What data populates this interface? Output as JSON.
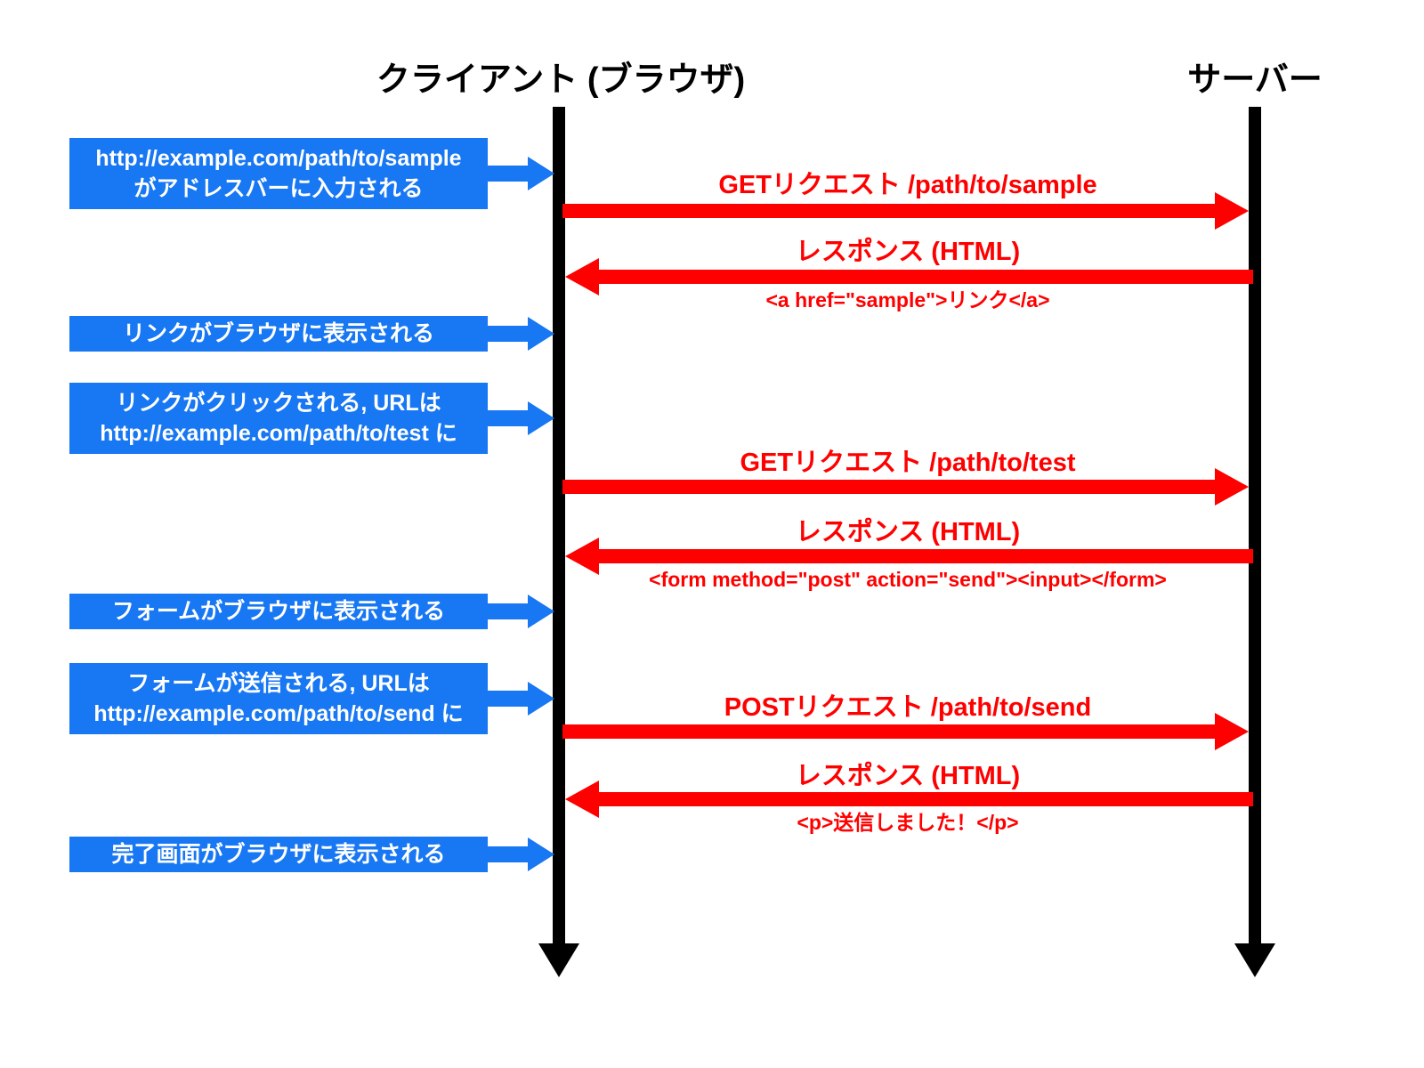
{
  "diagram": {
    "client_label": "クライアント (ブラウザ)",
    "server_label": "サーバー"
  },
  "notes": [
    {
      "lines": [
        "http://example.com/path/to/sample",
        "がアドレスバーに入力される"
      ]
    },
    {
      "lines": [
        "リンクがブラウザに表示される"
      ]
    },
    {
      "lines": [
        "リンクがクリックされる, URLは",
        "http://example.com/path/to/test に"
      ]
    },
    {
      "lines": [
        "フォームがブラウザに表示される"
      ]
    },
    {
      "lines": [
        "フォームが送信される, URLは",
        "http://example.com/path/to/send に"
      ]
    },
    {
      "lines": [
        "完了画面がブラウザに表示される"
      ]
    }
  ],
  "messages": [
    {
      "direction": "right",
      "label": "GETリクエスト /path/to/sample",
      "sublabel": ""
    },
    {
      "direction": "left",
      "label": "レスポンス (HTML)",
      "sublabel": "<a href=\"sample\">リンク</a>"
    },
    {
      "direction": "right",
      "label": "GETリクエスト /path/to/test",
      "sublabel": ""
    },
    {
      "direction": "left",
      "label": "レスポンス (HTML)",
      "sublabel": "<form method=\"post\" action=\"send\"><input></form>"
    },
    {
      "direction": "right",
      "label": "POSTリクエスト /path/to/send",
      "sublabel": ""
    },
    {
      "direction": "left",
      "label": "レスポンス (HTML)",
      "sublabel": "<p>送信しました！</p>"
    }
  ],
  "colors": {
    "note_blue": "#1877F2",
    "message_red": "#FF0000",
    "lifeline_black": "#000000"
  }
}
